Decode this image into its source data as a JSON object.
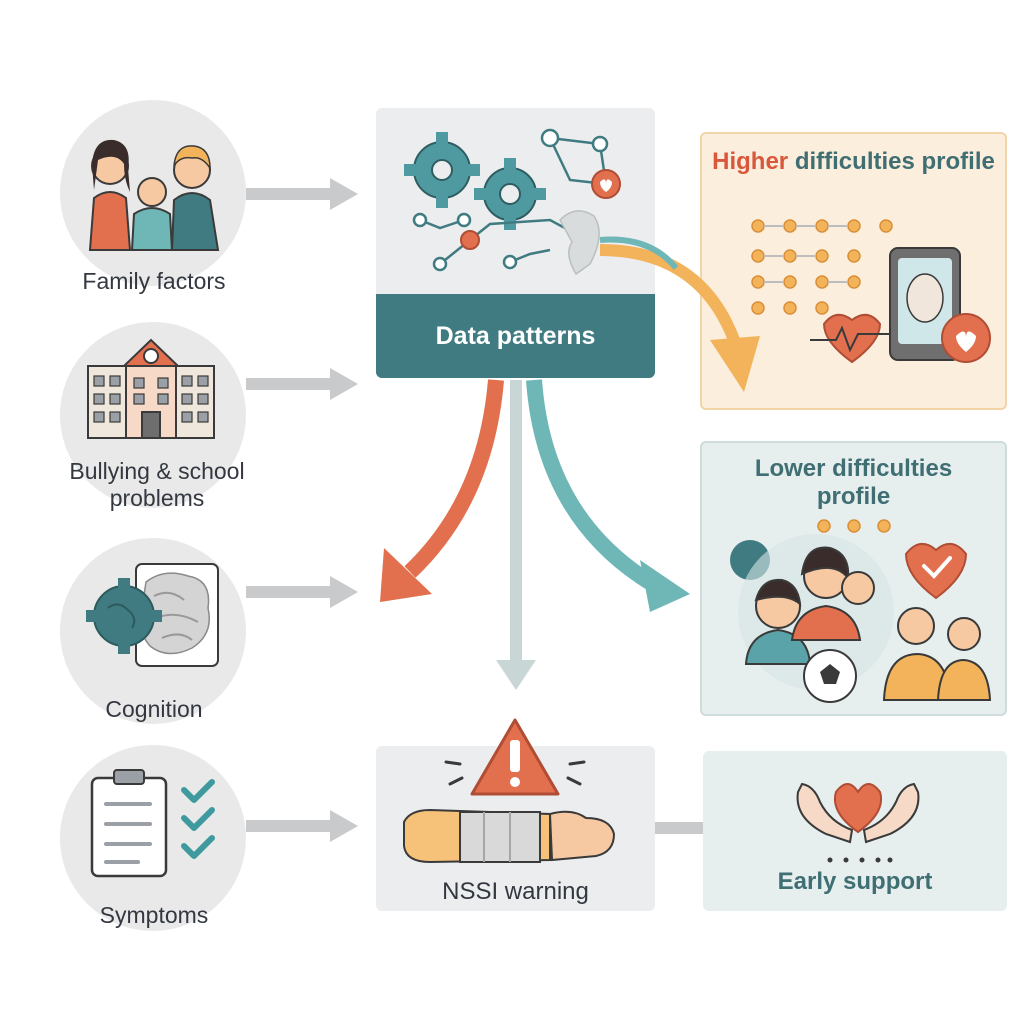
{
  "inputs": [
    {
      "label": "Family factors"
    },
    {
      "label": "Bullying & school problems"
    },
    {
      "label": "Cognition"
    },
    {
      "label": "Symptoms"
    }
  ],
  "center": {
    "title": "Data patterns"
  },
  "profiles": {
    "higher": {
      "word1": "Higher",
      "rest": "difficulties profile"
    },
    "lower": {
      "title": "Lower difficulties profile"
    }
  },
  "outcomes": {
    "warning": {
      "label": "NSSI warning"
    },
    "support": {
      "label": "Early support"
    }
  },
  "colors": {
    "teal": "#3f7b80",
    "teal_light": "#6fb7b7",
    "coral": "#e2704e",
    "orange": "#f2b35a",
    "grey_circle": "#e9e9ea",
    "grey_panel": "#ecedee",
    "peach_panel": "#fbeedd",
    "blue_panel": "#e6eeee"
  }
}
